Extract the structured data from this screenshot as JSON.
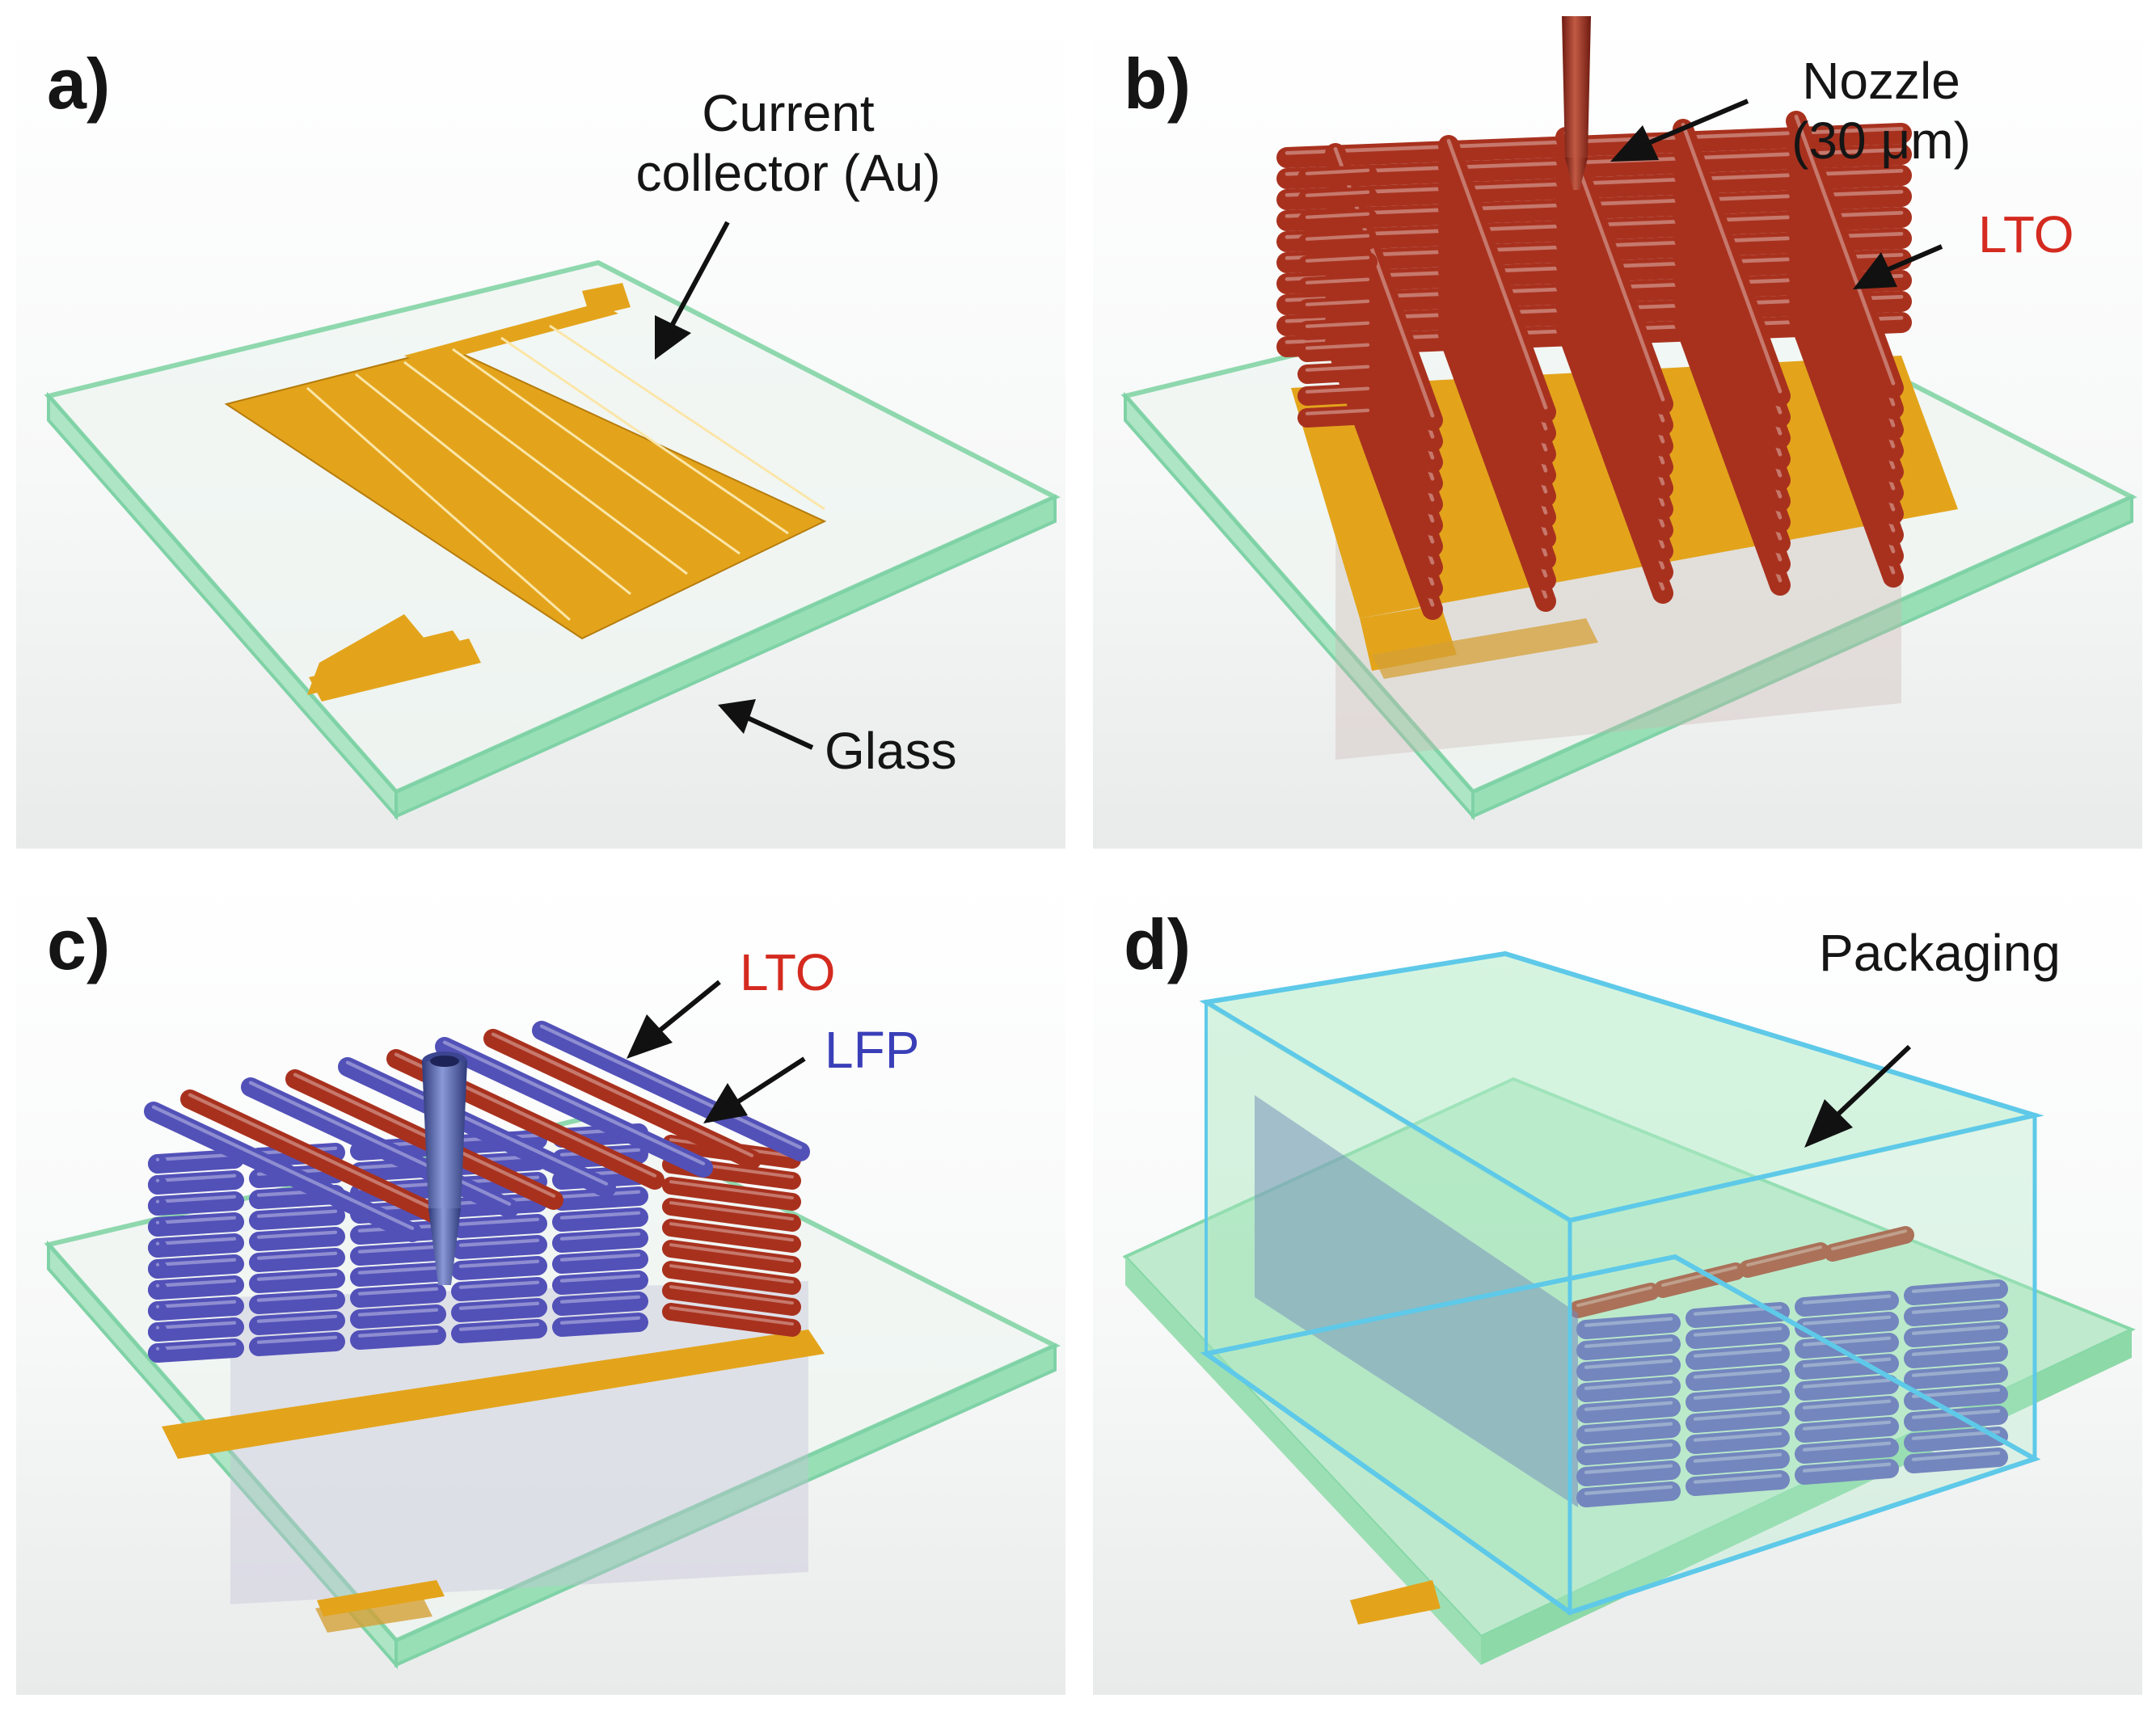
{
  "panels": {
    "a": {
      "label": "a)",
      "current_collector_line1": "Current",
      "current_collector_line2": "collector (Au)",
      "glass": "Glass"
    },
    "b": {
      "label": "b)",
      "nozzle_line1": "Nozzle",
      "nozzle_line2": "(30 μm)",
      "lto": "LTO"
    },
    "c": {
      "label": "c)",
      "lto": "LTO",
      "lfp": "LFP"
    },
    "d": {
      "label": "d)",
      "packaging": "Packaging"
    }
  },
  "colors": {
    "gold": "#e3a41c",
    "lto_red": "#a8311e",
    "lfp_blue": "#5251b8",
    "glass_edge": "#7fd2a6",
    "packaging": "#9fe0b8",
    "packaging_edge": "#5ec9e8",
    "label_red": "#d42a1f",
    "label_blue": "#3a3fb8"
  }
}
